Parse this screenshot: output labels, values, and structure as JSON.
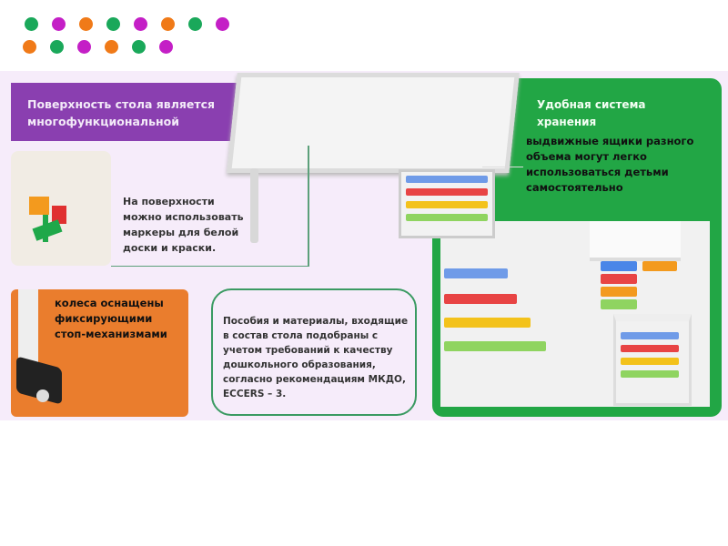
{
  "colors": {
    "green": "#1aa85a",
    "magenta": "#c41fc6",
    "orange": "#f07a18",
    "panel_purple": "#8a3fb0",
    "panel_green": "#22a645",
    "panel_orange": "#ea7d2d"
  },
  "dots_row1": [
    "green",
    "magenta",
    "orange",
    "green",
    "magenta",
    "orange",
    "green",
    "magenta"
  ],
  "dots_row2": [
    "orange",
    "green",
    "magenta",
    "orange",
    "green",
    "magenta"
  ],
  "surface": {
    "title_line1": "Поверхность стола является",
    "title_line2": "многофункциональной",
    "text": [
      "На поверхности",
      "можно использовать",
      "маркеры для белой",
      "доски и краски."
    ]
  },
  "storage": {
    "title_line1": "Удобная система",
    "title_line2": "хранения",
    "text": [
      "выдвижные ящики разного",
      "объема могут легко",
      "использоваться детьми",
      "самостоятельно"
    ]
  },
  "wheels": {
    "text": [
      "колеса оснащены",
      "фиксирующими",
      "стоп-механизмами"
    ]
  },
  "materials": {
    "text": [
      "Пособия и материалы, входящие",
      "в  состав стола подобраны с",
      "учетом требований к качеству",
      "дошкольного образования,",
      "согласно рекомендациям МКДО,",
      "ECCERS – 3."
    ]
  }
}
